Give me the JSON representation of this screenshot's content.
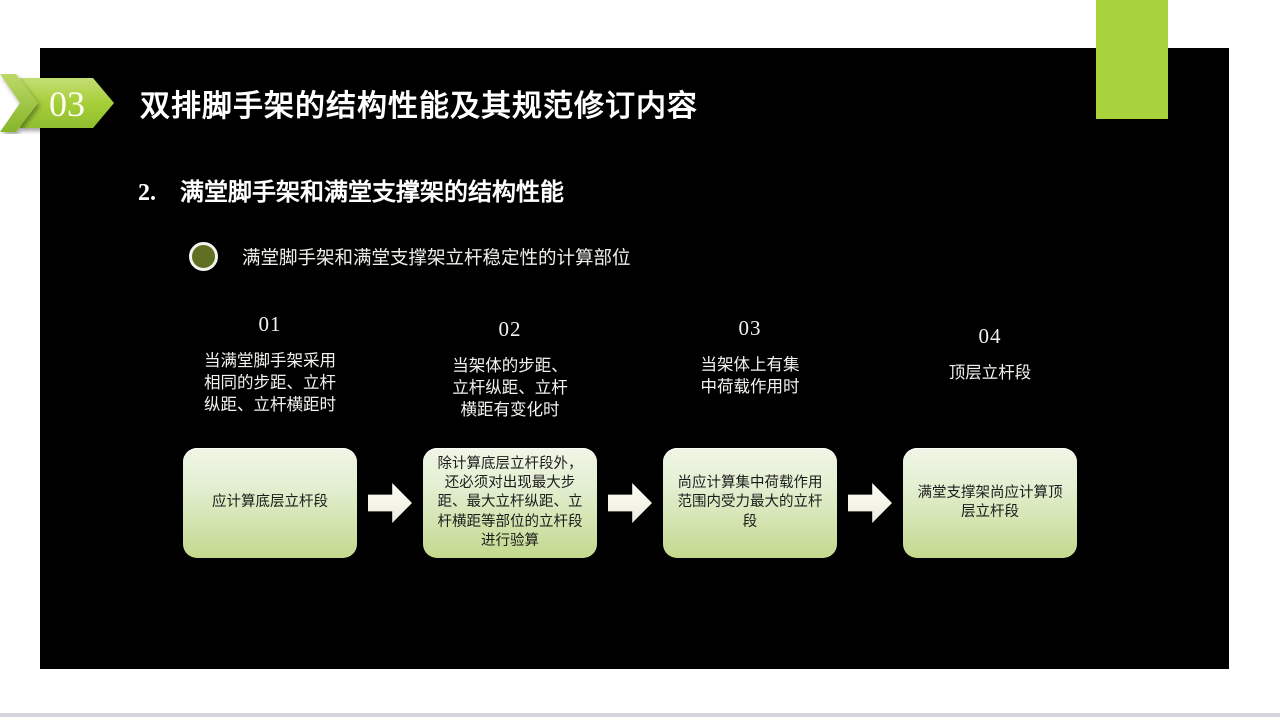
{
  "slide": {
    "badge": {
      "number": "03"
    },
    "title": "双排脚手架的结构性能及其规范修订内容",
    "section": {
      "number": "2.",
      "title": "满堂脚手架和满堂支撑架的结构性能"
    },
    "bullet": {
      "text": "满堂脚手架和满堂支撑架立杆稳定性的计算部位"
    }
  },
  "columns": [
    {
      "number": "01",
      "description": "当满堂脚手架采用\n相同的步距、立杆\n纵距、立杆横距时"
    },
    {
      "number": "02",
      "description": "当架体的步距、\n立杆纵距、立杆\n横距有变化时"
    },
    {
      "number": "03",
      "description": "当架体上有集\n中荷载作用时"
    },
    {
      "number": "04",
      "description": "顶层立杆段"
    }
  ],
  "flow_steps": [
    {
      "text": "应计算底层立杆段"
    },
    {
      "text": "除计算底层立杆段外，还必须对出现最大步距、最大立杆纵距、立杆横距等部位的立杆段进行验算"
    },
    {
      "text": "尚应计算集中荷载作用范围内受力最大的立杆段"
    },
    {
      "text": "满堂支撑架尚应计算顶层立杆段"
    }
  ],
  "colors": {
    "accent_green": "#a6ce39",
    "corner_rect_green": "#a8d23c",
    "panel_black": "#000000",
    "bullet_olive": "#5f7022",
    "box_gradient_top": "#f0f6e6",
    "box_gradient_bottom": "#c3d98d",
    "arrow_white": "#fffef6",
    "bottom_strip_gray": "#d5d5dd"
  }
}
